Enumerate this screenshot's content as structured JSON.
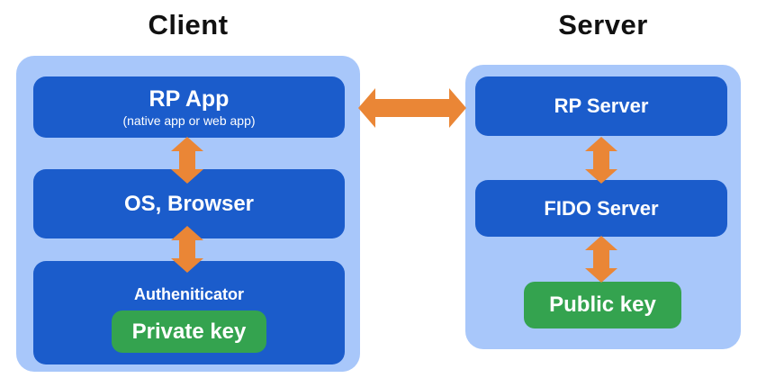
{
  "client": {
    "title": "Client",
    "rp_app": {
      "label": "RP App",
      "sublabel": "(native app or web app)"
    },
    "os_browser": {
      "label": "OS, Browser"
    },
    "authenticator": {
      "label": "Autheniticator"
    },
    "private_key": {
      "label": "Private key"
    }
  },
  "server": {
    "title": "Server",
    "rp_server": {
      "label": "RP Server"
    },
    "fido_server": {
      "label": "FIDO Server"
    },
    "public_key": {
      "label": "Public key"
    }
  },
  "icons": {
    "horizontal_arrow": "double-headed-horizontal-arrow",
    "vertical_arrow": "double-headed-vertical-arrow"
  },
  "colors": {
    "page_bg": "#ffffff",
    "container_bg": "#a8c7fa",
    "box_bg": "#1b5ccb",
    "key_bg": "#34a34f",
    "arrow": "#ea8636",
    "title_text": "#111111",
    "box_text": "#ffffff"
  }
}
